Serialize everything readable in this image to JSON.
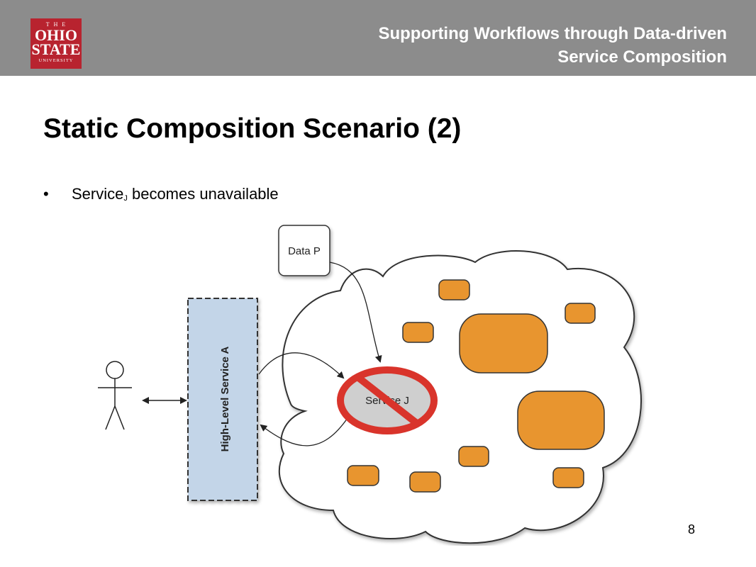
{
  "header": {
    "logo": {
      "line1": "THE",
      "line2": "OHIO",
      "line3": "STATE",
      "line4": "UNIVERSITY"
    },
    "title_line1": "Supporting Workflows through Data-driven",
    "title_line2": "Service Composition"
  },
  "slide": {
    "title": "Static Composition Scenario (2)",
    "bullet_main": "Service",
    "bullet_sub": "J",
    "bullet_rest": " becomes unavailable",
    "page_number": "8"
  },
  "diagram": {
    "data_box": "Data P",
    "high_level_service": "High-Level Service A",
    "service_j": "Service J"
  },
  "colors": {
    "header_bg": "#8c8c8c",
    "logo_red": "#b8232f",
    "service_orange": "#e8952f",
    "prohibit_red": "#d9342b",
    "hls_blue": "#c3d5e8"
  }
}
